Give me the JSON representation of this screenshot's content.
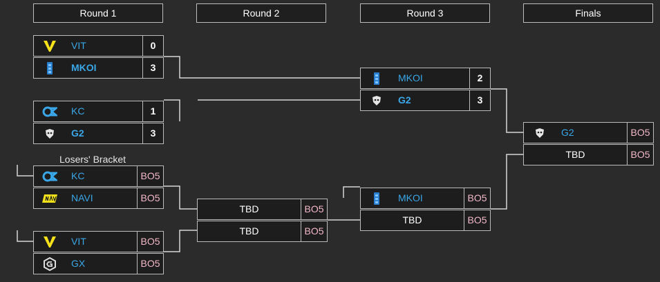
{
  "rounds": [
    "Round 1",
    "Round 2",
    "Round 3",
    "Finals"
  ],
  "losers_bracket_label": "Losers' Bracket",
  "colors": {
    "accent": "#3aa7e8",
    "bo_text": "#f4b9c9",
    "border": "#bdbdbd"
  },
  "matches": {
    "r1m1": {
      "t1": "VIT",
      "s1": "0",
      "t1_logo": "vitality-bee-icon",
      "t2": "MKOI",
      "s2": "3",
      "t2_logo": "mkoi-tower-icon"
    },
    "r1m2": {
      "t1": "KC",
      "s1": "1",
      "t1_logo": "karmine-corp-icon",
      "t2": "G2",
      "s2": "3",
      "t2_logo": "g2-samurai-icon"
    },
    "lb1": {
      "t1": "KC",
      "s1": "BO5",
      "t2": "NAVI",
      "s2": "BO5"
    },
    "lb2": {
      "t1": "VIT",
      "s1": "BO5",
      "t2": "GX",
      "s2": "BO5",
      "t2_logo": "gx-esports-icon"
    },
    "r2": {
      "t1": "TBD",
      "s1": "BO5",
      "t2": "TBD",
      "s2": "BO5"
    },
    "r3m1": {
      "t1": "MKOI",
      "s1": "2",
      "t2": "G2",
      "s2": "3"
    },
    "r3m2": {
      "t1": "MKOI",
      "s1": "BO5",
      "t2": "TBD",
      "s2": "BO5"
    },
    "final": {
      "t1": "G2",
      "s1": "BO5",
      "t2": "TBD",
      "s2": "BO5"
    }
  }
}
